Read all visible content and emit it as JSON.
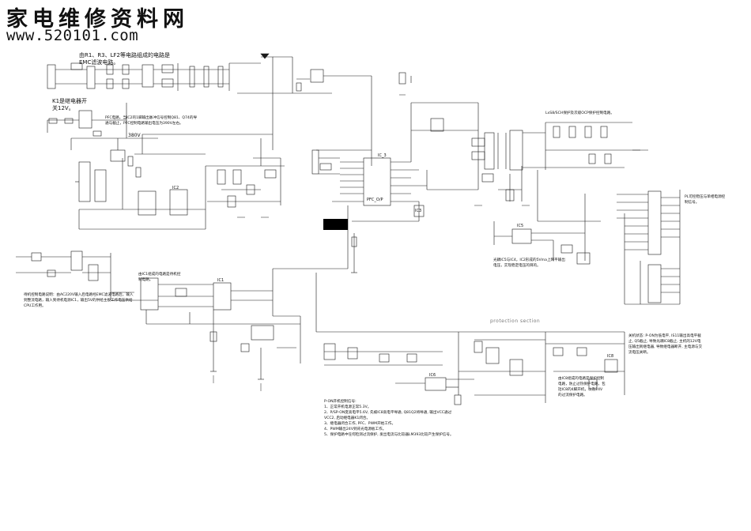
{
  "watermark": {
    "site_name_cn": "家电维修资料网",
    "site_url": "www.520101.com"
  },
  "notes": {
    "emc_filter": "由R1、R3、LF2等电路组成的电路是EMC滤波电路。",
    "k1_relay": "K1是继电器开关12V。",
    "pfc_circuit": "PFC电路，当IC2的1脚输出脉冲信号控制Q81、Q74的导通与截止，PFC控制电路输出电压为390V左右。",
    "v380": "380V",
    "lm_ic": "LxS8/SCH保护及次级OCP保护控制电路。",
    "ic_pins_note": "PL可控稳压与单相电源控制信号。",
    "standby_left": "待机控制电路说明：由AC220V输入后电路经EMC滤波电路后，输入到整流电路，输入到待机电源IC1，输出5V的供给主板工作电压供给CPU工作用。",
    "ic_ic1": "由IC1组成的电路是待机控制电路。",
    "ic4": "光耦IC5与IC4，IC2形成的5Vma上网平输出电压，实现稳定电压的目的。",
    "protection_section": "protection section",
    "right_note": "关机状态: P-ON为低电平, IS11输出高电平截止, Q5截止, 导致光耦IC8截止, 主机的12V电压输出到继电器, 导致继电器断开, 主电源与交流电压关断。",
    "ic8_note": "由IC8组成的电路是保护控制电路，防止过热保护电路，包括IC8的4脚开机，以及24V的过流保护电路。",
    "p_on_title": "P-ON开机控制信号:",
    "p_on_items": [
      "1、正常开机电源正常5.3V。",
      "2、P/SP-ON变高电平5.6V, 先被IC8高电平导通, Q81Q2将导通, 输出VCC通过VCC2, 启动继电器K1闭合。",
      "3、继电器闭合工作, PFC、PWM开始工作。",
      "4、PWM输出24V到背光电源板工作。",
      "5、保护电路中任何检测过流保护, 发出电流与比较器LM393比较产生保护信号。"
    ]
  },
  "ic_labels": {
    "ic2": "IC2",
    "ic3": "IC3",
    "ic5": "IC5",
    "ic6": "IC6",
    "ic8": "IC8",
    "ic1": "IC1",
    "u1": "IC_3",
    "pfc_label": "PFC_O/P"
  },
  "colors": {
    "line": "#1a1a1a",
    "background": "#ffffff",
    "text": "#111111"
  }
}
